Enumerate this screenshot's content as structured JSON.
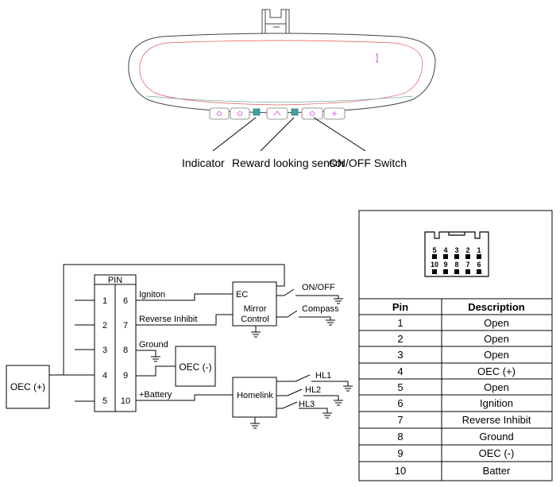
{
  "callouts": {
    "indicator": "Indicator",
    "sensor": "Reward looking sensor",
    "switch": "ON/OFF Switch"
  },
  "schematic": {
    "pin_header": "PIN",
    "rows": [
      {
        "left": "1",
        "right": "6",
        "signal": "Igniton"
      },
      {
        "left": "2",
        "right": "7",
        "signal": "Reverse Inhibit"
      },
      {
        "left": "3",
        "right": "8",
        "signal": "Ground"
      },
      {
        "left": "4",
        "right": "9",
        "signal": ""
      },
      {
        "left": "5",
        "right": "10",
        "signal": "+Battery"
      }
    ],
    "oec_plus": "OEC (+)",
    "oec_minus": "OEC (-)",
    "ec": "EC",
    "mirror": "Mirror",
    "control": "Control",
    "on_off": "ON/OFF",
    "compass": "Compass",
    "homelink": "Homelink",
    "hl1": "HL1",
    "hl2": "HL2",
    "hl3": "HL3"
  },
  "connector": {
    "top_row": [
      "5",
      "4",
      "3",
      "2",
      "1"
    ],
    "bottom_row": [
      "10",
      "9",
      "8",
      "7",
      "6"
    ]
  },
  "pin_table": {
    "headers": [
      "Pin",
      "Description"
    ],
    "rows": [
      [
        "1",
        "Open"
      ],
      [
        "2",
        "Open"
      ],
      [
        "3",
        "Open"
      ],
      [
        "4",
        "OEC (+)"
      ],
      [
        "5",
        "Open"
      ],
      [
        "6",
        "Ignition"
      ],
      [
        "7",
        "Reverse Inhibit"
      ],
      [
        "8",
        "Ground"
      ],
      [
        "9",
        "OEC (-)"
      ],
      [
        "10",
        "Batter"
      ]
    ]
  },
  "colors": {
    "line": "#000000",
    "mirror_outline": "#444444",
    "mirror_inner": "#e05555",
    "mirror_accent": "#6fa3a0",
    "button_icon": "#d040d0",
    "sensor_fill": "#3aa7a0"
  }
}
